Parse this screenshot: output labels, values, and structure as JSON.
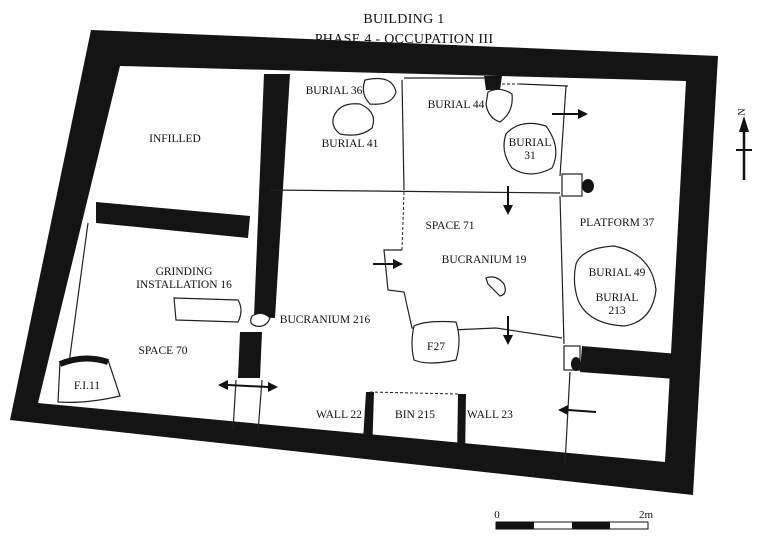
{
  "title": {
    "line1": "BUILDING 1",
    "line2": "PHASE 4 - OCCUPATION III"
  },
  "labels": {
    "infilled": "INFILLED",
    "burial36": "BURIAL 36",
    "burial41": "BURIAL 41",
    "burial44": "BURIAL 44",
    "burial31_a": "BURIAL",
    "burial31_b": "31",
    "space71": "SPACE 71",
    "platform37": "PLATFORM 37",
    "grinding_a": "GRINDING",
    "grinding_b": "INSTALLATION 16",
    "bucranium19": "BUCRANIUM 19",
    "burial49": "BURIAL 49",
    "burial213_a": "BURIAL",
    "burial213_b": "213",
    "bucranium216": "BUCRANIUM 216",
    "space70": "SPACE 70",
    "f27": "F27",
    "fi11": "F.I.11",
    "wall22": "WALL 22",
    "bin215": "BIN 215",
    "wall23": "WALL 23"
  },
  "north": {
    "label": "N",
    "icon": "north-arrow-icon"
  },
  "scale": {
    "start": "0",
    "end": "2m"
  }
}
